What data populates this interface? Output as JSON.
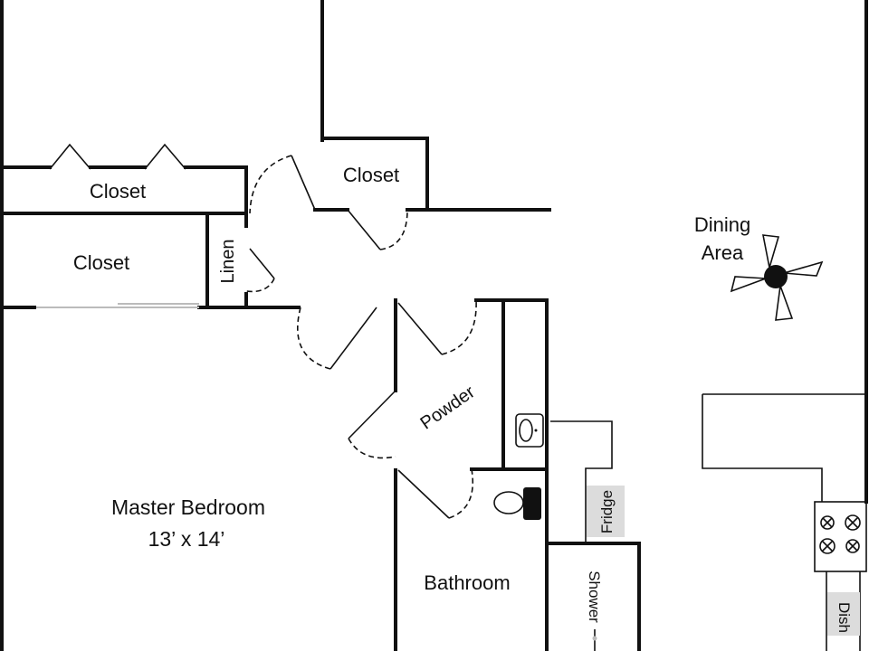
{
  "rooms": {
    "closet_top": "Closet",
    "closet_upper": "Closet",
    "closet_lower": "Closet",
    "linen": "Linen",
    "dining_line1": "Dining",
    "dining_line2": "Area",
    "powder": "Powder",
    "master_name": "Master Bedroom",
    "master_size": "13’ x 14’",
    "bathroom": "Bathroom"
  },
  "appliances": {
    "fridge": "Fridge",
    "shower": "Shower",
    "dish": "Dish"
  },
  "colors": {
    "wall": "#111111",
    "appliance_fill": "#dcdcdc",
    "slider": "#bbbbbb"
  }
}
